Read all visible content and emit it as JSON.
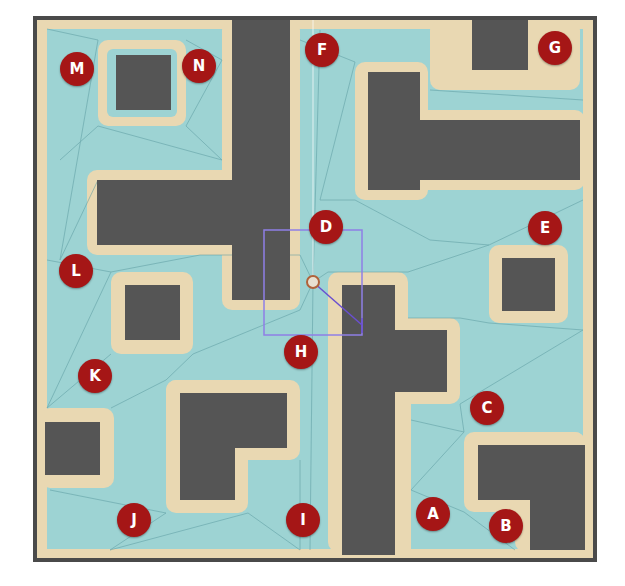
{
  "diagram": {
    "nodes": [
      {
        "text": [
          "M"
        ]
      },
      {
        "text": [
          "N"
        ]
      },
      {
        "text": [
          "F"
        ]
      },
      {
        "text": [
          "G"
        ]
      },
      {
        "text": [
          "D"
        ]
      },
      {
        "text": [
          "E"
        ]
      },
      {
        "text": [
          "L"
        ]
      },
      {
        "text": [
          "H"
        ]
      },
      {
        "text": [
          "K"
        ]
      },
      {
        "text": [
          "C"
        ]
      },
      {
        "text": [
          "J"
        ]
      },
      {
        "text": [
          "I"
        ]
      },
      {
        "text": [
          "A"
        ]
      },
      {
        "text": [
          "B"
        ]
      }
    ]
  }
}
